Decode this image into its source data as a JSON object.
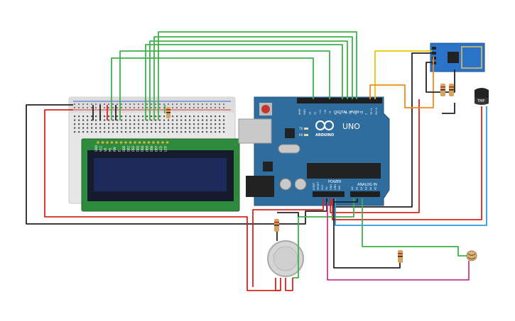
{
  "arduino": {
    "brand": "ARDUINO",
    "model": "UNO",
    "digital_label": "DIGITAL (PWM~)",
    "power_label": "POWER",
    "analog_label": "ANALOG IN",
    "tx_label": "TX",
    "rx_label": "RX",
    "power_pins": [
      "IOREF",
      "RESET",
      "3V3",
      "5V",
      "GND",
      "GND",
      "VIN"
    ],
    "analog_pins": [
      "A0",
      "A1",
      "A2",
      "A3",
      "A4",
      "A5"
    ],
    "digital_pins": [
      "AREF",
      "GND",
      "13",
      "12",
      "~11",
      "~10",
      "~9",
      "8",
      "7",
      "~6",
      "~5",
      "4",
      "~3",
      "2",
      "TX→1",
      "RX←0"
    ],
    "board_color": "#2f6d9e"
  },
  "sensor": {
    "label": "TMP"
  },
  "lcd": {
    "pin_labels": [
      "GND",
      "VCC",
      "V0",
      "RS",
      "RW",
      "E",
      "DB0",
      "DB1",
      "DB2",
      "DB3",
      "DB4",
      "DB5",
      "DB6",
      "DB7",
      "LED",
      "LED"
    ],
    "screen_color": "#1d2a5c",
    "pcb_color": "#2e8b3e"
  },
  "wires": {
    "green": "#3fb04a",
    "red": "#d9251d",
    "black": "#222222",
    "orange": "#f08a1c",
    "yellow": "#f2c300",
    "magenta": "#c8388f",
    "blue": "#2b9be0"
  }
}
